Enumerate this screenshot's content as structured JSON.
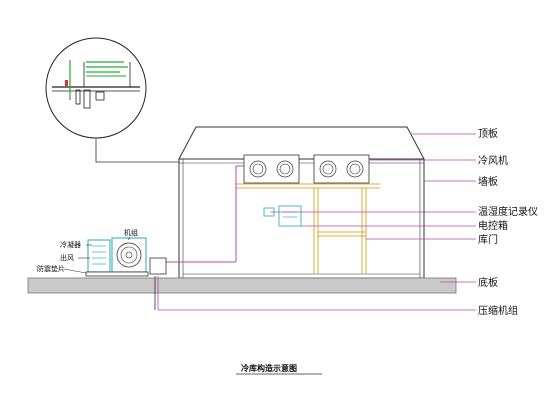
{
  "labels": {
    "roof_panel": "顶板",
    "cooling_fan": "冷风机",
    "wall_panel": "墙板",
    "recorder": "温湿度记录仪",
    "control_box": "电控箱",
    "door": "库门",
    "floor_panel": "底板",
    "compressor_unit": "压缩机组",
    "condenser": "冷凝器",
    "air_out": "出风",
    "unit": "机组",
    "shock_pad": "防震垫片"
  },
  "caption": "冷库构造示意图",
  "colors": {
    "line": "#333333",
    "leader": "#b84aa8",
    "frame": "#e0a830",
    "cyan": "#49b6c9",
    "ground": "#c9c9c9",
    "green": "#22aa33"
  }
}
